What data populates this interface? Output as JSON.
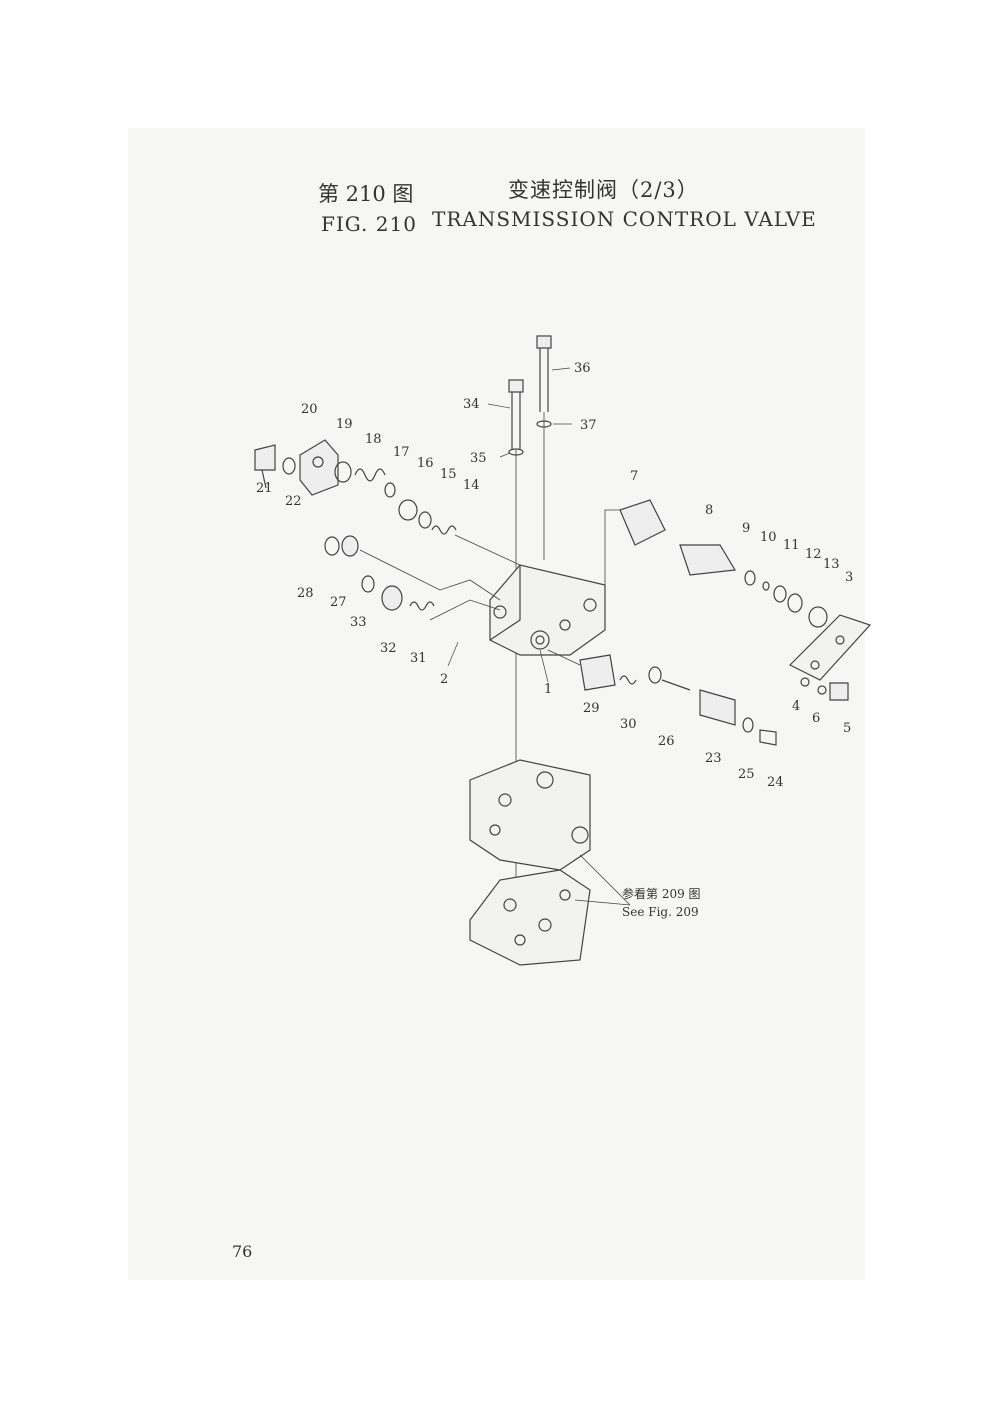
{
  "title": {
    "cn_fig": "第 210 图",
    "cn_name": "变速控制阀（2/3）",
    "en_fig": "FIG. 210",
    "en_name": "TRANSMISSION CONTROL VALVE"
  },
  "reference": {
    "cn": "参看第 209 图",
    "en": "See Fig. 209"
  },
  "page_number": "76",
  "part_labels": [
    "1",
    "2",
    "3",
    "4",
    "5",
    "6",
    "7",
    "8",
    "9",
    "10",
    "11",
    "12",
    "13",
    "14",
    "15",
    "16",
    "17",
    "18",
    "19",
    "20",
    "21",
    "22",
    "23",
    "24",
    "25",
    "26",
    "27",
    "28",
    "29",
    "30",
    "31",
    "32",
    "33",
    "34",
    "35",
    "36",
    "37"
  ]
}
